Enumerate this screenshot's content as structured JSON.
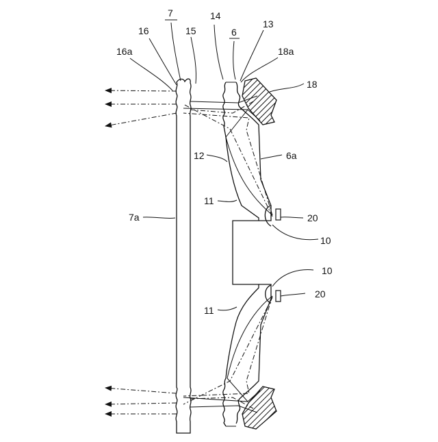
{
  "labels": {
    "n7": "7",
    "n16": "16",
    "n15": "15",
    "n14": "14",
    "n6": "6",
    "n13": "13",
    "n18a": "18a",
    "n16a": "16a",
    "n18": "18",
    "n12": "12",
    "n6a": "6a",
    "n11_upper": "11",
    "n7a": "7a",
    "n20_upper": "20",
    "n10_upper": "10",
    "n10_lower": "10",
    "n20_lower": "20",
    "n11_lower": "11"
  },
  "colors": {
    "line": "#111111",
    "hatch": "#111111",
    "background": "#ffffff"
  }
}
